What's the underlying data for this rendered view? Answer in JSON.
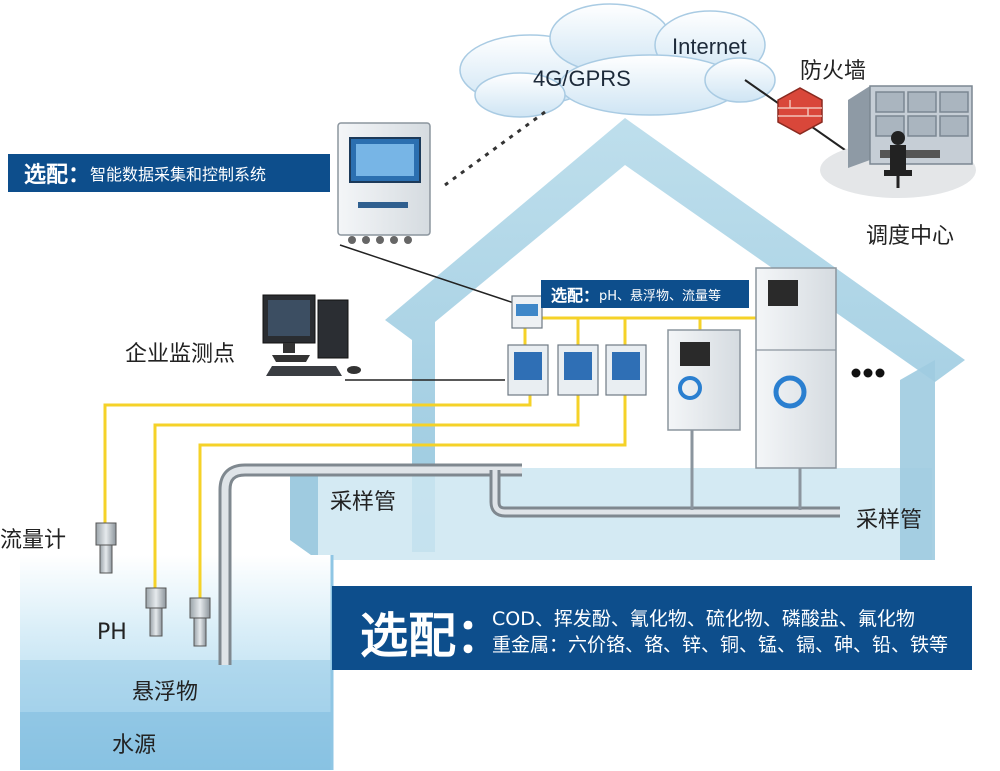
{
  "cloud": {
    "network_label": "4G/GPRS",
    "internet_label": "Internet"
  },
  "firewall_label": "防火墙",
  "dispatch_center_label": "调度中心",
  "enterprise_point_label": "企业监测点",
  "flow_meter_label": "流量计",
  "ph_label": "PH",
  "suspended_label": "悬浮物",
  "water_source_label": "水源",
  "sampling_pipe_left": "采样管",
  "sampling_pipe_right": "采样管",
  "option_system": {
    "prefix": "选配：",
    "text": "智能数据采集和控制系统"
  },
  "option_sensors": {
    "prefix": "选配：",
    "text": "pH、悬浮物、流量等"
  },
  "option_analyzers": {
    "prefix": "选配：",
    "line1": "COD、挥发酚、氰化物、硫化物、磷酸盐、氟化物",
    "line2": "重金属：六价铬、铬、锌、铜、锰、镉、砷、铅、铁等"
  },
  "colors": {
    "tag_bg": "#0d4e8c",
    "house": "#a9d3e6",
    "wire": "#f5d228",
    "water": "#cfe9f6"
  }
}
